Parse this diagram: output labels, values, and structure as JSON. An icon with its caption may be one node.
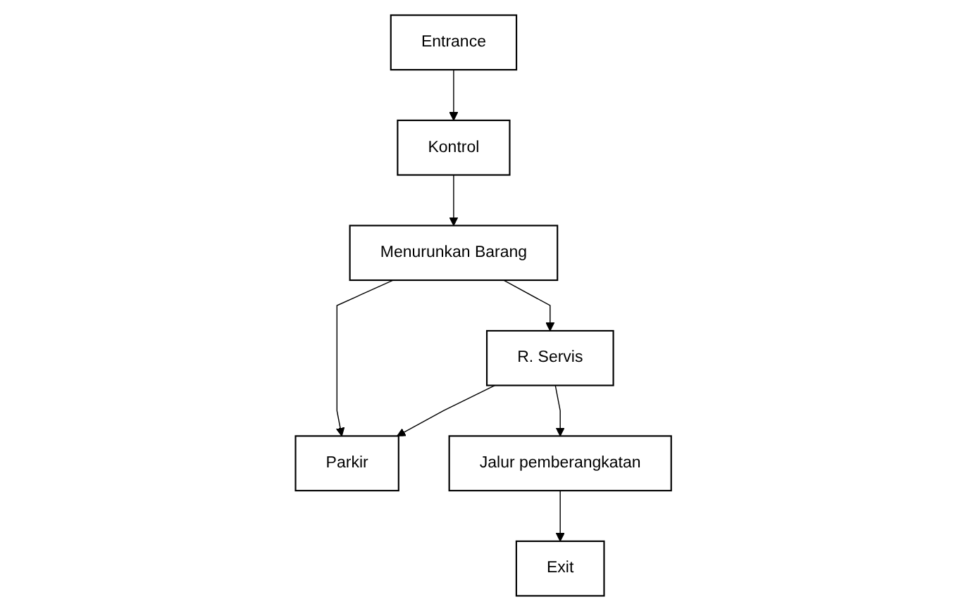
{
  "diagram": {
    "nodes": [
      {
        "text": [
          "Entrance"
        ]
      },
      {
        "text": [
          "Kontrol"
        ]
      },
      {
        "text": [
          "Menurunkan Barang"
        ]
      },
      {
        "text": [
          "R. Servis"
        ]
      },
      {
        "text": [
          "Parkir"
        ]
      },
      {
        "text": [
          "Jalur pemberangkatan"
        ]
      },
      {
        "text": [
          "Exit"
        ]
      }
    ],
    "edges": [
      {
        "from": 0,
        "to": 1,
        "arrow": "to"
      },
      {
        "from": 1,
        "to": 2,
        "arrow": "to"
      },
      {
        "from": 2,
        "to": 3,
        "arrow": "to"
      },
      {
        "from": 2,
        "to": 4,
        "arrow": "to"
      },
      {
        "from": 3,
        "to": 4,
        "arrow": "to"
      },
      {
        "from": 3,
        "to": 5,
        "arrow": "to"
      },
      {
        "from": 5,
        "to": 6,
        "arrow": "to"
      }
    ]
  }
}
